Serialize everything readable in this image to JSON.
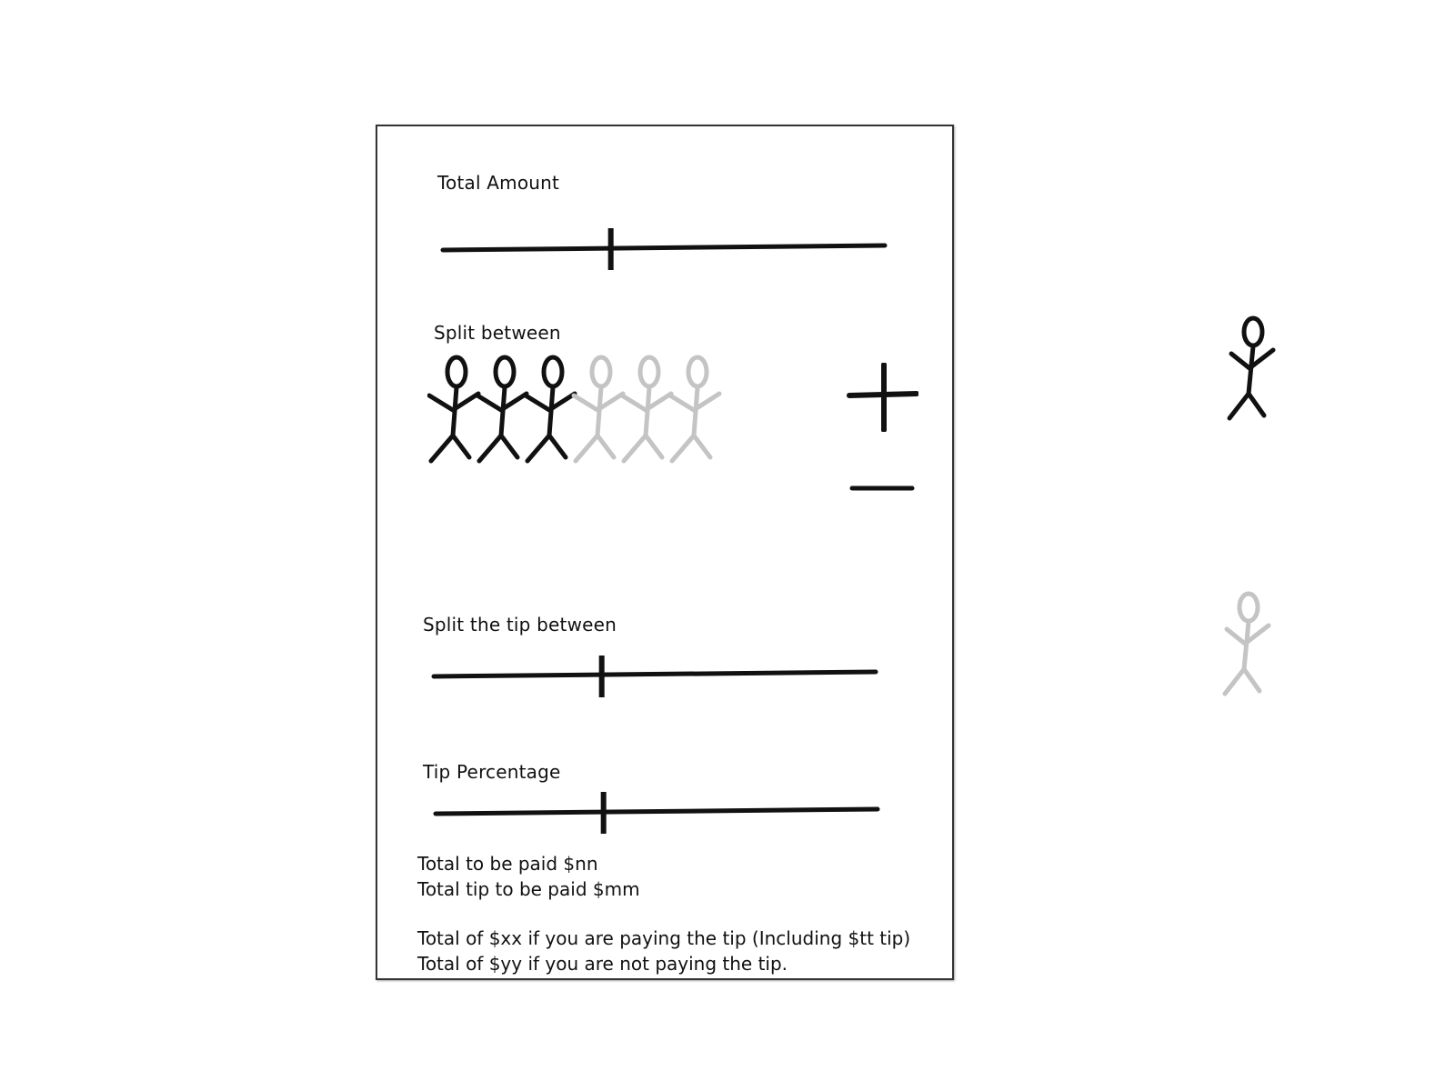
{
  "form": {
    "total_amount_label": "Total Amount",
    "split_between_label": "Split between",
    "split_tip_label": "Split the tip between",
    "tip_percentage_label": "Tip Percentage"
  },
  "sliders": {
    "total_amount": 0.38,
    "split_tip": 0.38,
    "tip_percentage": 0.38
  },
  "people": {
    "active_count": 3,
    "total_count": 6,
    "active_color": "#111111",
    "inactive_color": "#c4c4c4"
  },
  "stepper": {
    "plus_icon": "plus-icon",
    "minus_icon": "minus-icon"
  },
  "results": {
    "total_to_pay": "Total to be paid $nn",
    "total_tip": "Total tip to be paid $mm",
    "paying_tip": "Total of $xx if you are paying the tip (Including $tt tip)",
    "not_paying_tip": "Total of $yy if you are not paying the tip."
  },
  "legend": {
    "active_icon": "person-active-icon",
    "inactive_icon": "person-inactive-icon"
  }
}
